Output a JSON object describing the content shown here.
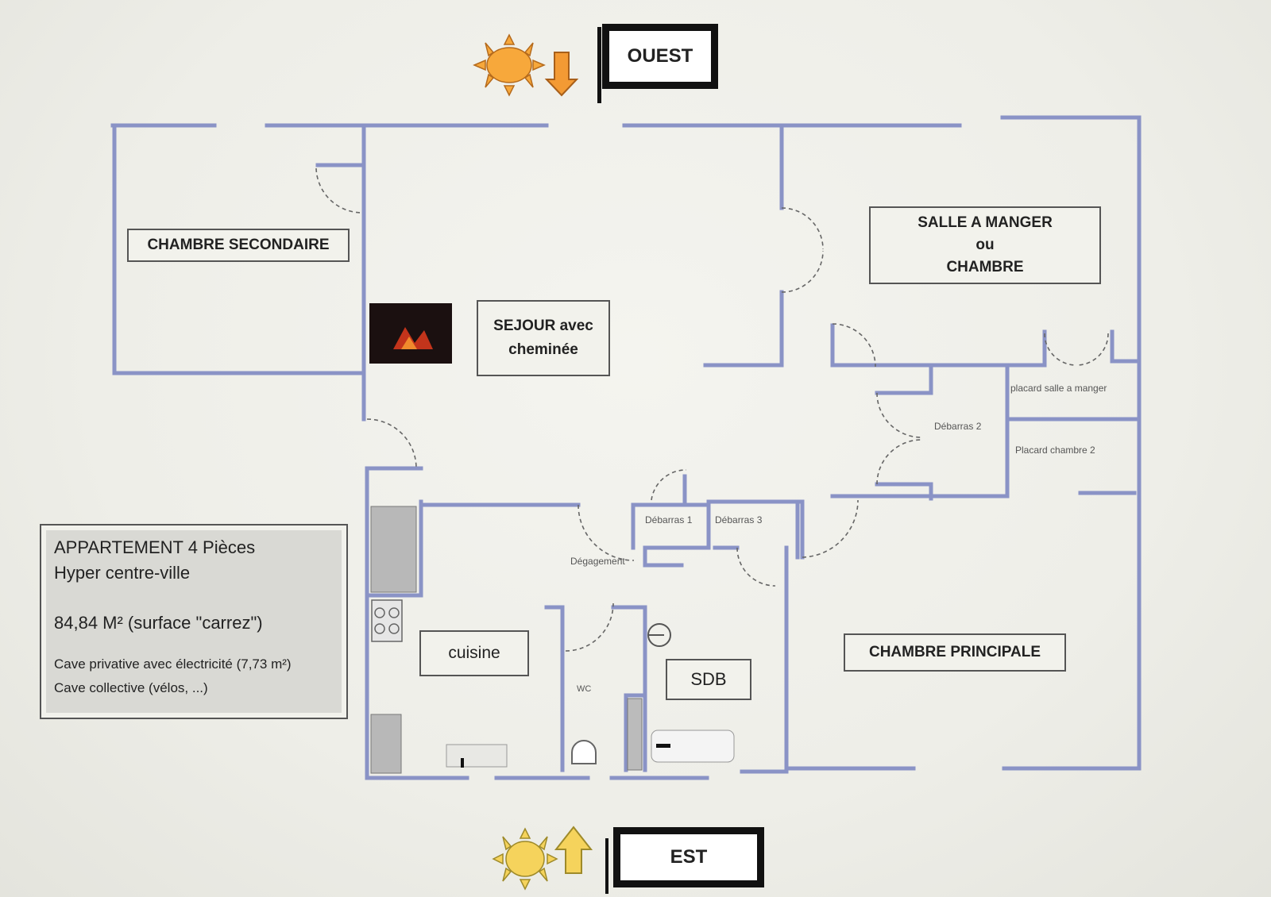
{
  "compass": {
    "west": "OUEST",
    "east": "EST"
  },
  "rooms": {
    "chambre_secondaire": "CHAMBRE SECONDAIRE",
    "sejour_line1": "SEJOUR avec",
    "sejour_line2": "cheminée",
    "salle_line1": "SALLE A MANGER",
    "salle_line2": "ou",
    "salle_line3": "CHAMBRE",
    "cuisine": "cuisine",
    "sdb": "SDB",
    "chambre_principale": "CHAMBRE PRINCIPALE",
    "placard_salle": "placard salle a manger",
    "placard_chambre": "Placard chambre 2",
    "debarras1": "Débarras 1",
    "debarras2": "Débarras 2",
    "debarras3": "Débarras 3",
    "degagement": "Dégagement",
    "wc": "WC"
  },
  "info": {
    "title": "APPARTEMENT 4 Pièces",
    "subtitle": "Hyper centre-ville",
    "surface": "84,84 M² (surface \"carrez\")",
    "cave1": "Cave privative avec électricité (7,73 m²)",
    "cave2": "Cave collective (vélos, ...)"
  },
  "colors": {
    "wall": "#8a93c6",
    "sun": "#f7a83b",
    "arrow": "#f39a34",
    "label_border": "#555555"
  }
}
